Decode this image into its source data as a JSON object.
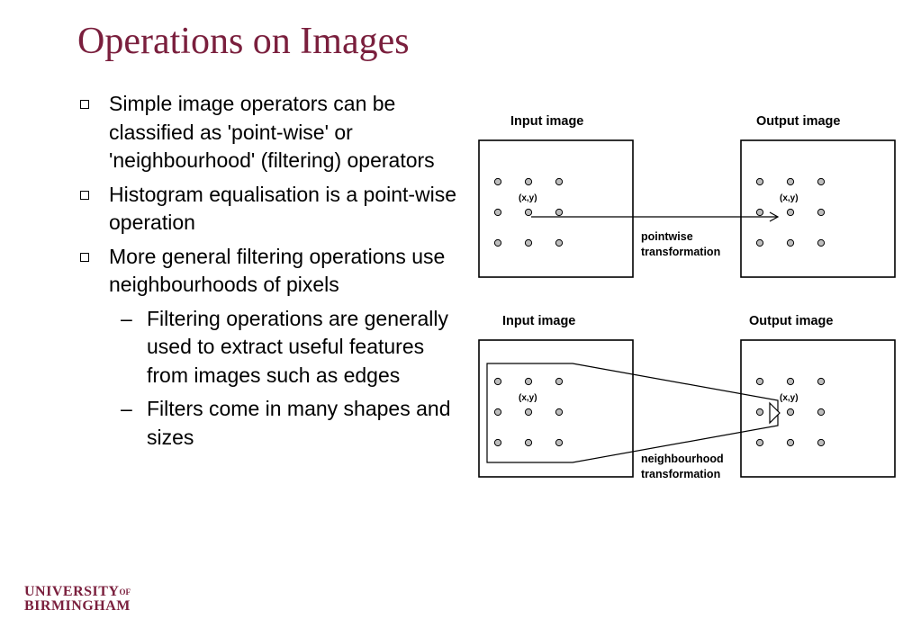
{
  "slide": {
    "title": "Operations on Images",
    "bullets": [
      {
        "text": "Simple image operators can be classified as 'point-wise' or 'neighbourhood' (filtering) operators",
        "subs": []
      },
      {
        "text": "Histogram equalisation is a point-wise operation",
        "subs": []
      },
      {
        "text": "More general filtering operations use neighbourhoods of pixels",
        "subs": [
          "Filtering operations are generally used to extract useful features from images such as edges",
          "Filters come in many shapes and sizes"
        ]
      }
    ]
  },
  "diagram": {
    "top": {
      "input_label": "Input image",
      "output_label": "Output image",
      "input_xy": "(x,y)",
      "output_xy": "(x,y)",
      "caption_line1": "pointwise",
      "caption_line2": "transformation"
    },
    "bottom": {
      "input_label": "Input image",
      "output_label": "Output image",
      "input_xy": "(x,y)",
      "output_xy": "(x,y)",
      "caption_line1": "neighbourhood",
      "caption_line2": "transformation"
    },
    "colors": {
      "dot_fill": "#bdbdbd",
      "stroke": "#000000"
    }
  },
  "logo": {
    "line1": "UNIVERSITY",
    "of": "OF",
    "line2": "BIRMINGHAM",
    "color": "#7a1f3d"
  }
}
